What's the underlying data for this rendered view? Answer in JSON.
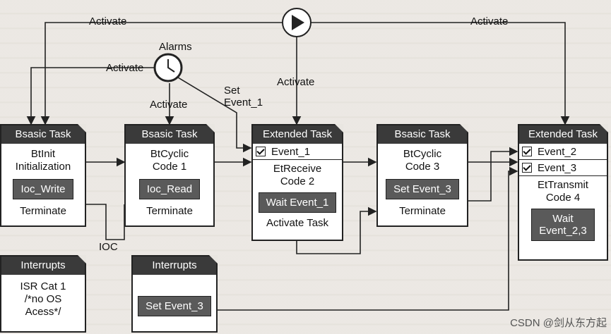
{
  "top_labels": {
    "activate_left": "Activate",
    "activate_right": "Activate",
    "alarms": "Alarms",
    "activate_alarm_left": "Activate",
    "set_event": "Set\nEvent_1",
    "activate_alarm_down": "Activate",
    "activate_play_down": "Activate",
    "ioc": "IOC"
  },
  "tasks": [
    {
      "header": "Bsasic Task",
      "lines": [
        "BtInit",
        "Initialization"
      ],
      "chip": "Ioc_Write",
      "footer": "Terminate"
    },
    {
      "header": "Bsasic Task",
      "lines": [
        "BtCyclic",
        "Code 1"
      ],
      "chip": "Ioc_Read",
      "footer": "Terminate"
    },
    {
      "header": "Extended Task",
      "events": [
        "Event_1"
      ],
      "lines": [
        "EtReceive",
        "Code 2"
      ],
      "chip": "Wait Event_1",
      "footer": "Activate Task"
    },
    {
      "header": "Bsasic Task",
      "lines": [
        "BtCyclic",
        "Code 3"
      ],
      "chip": "Set Event_3",
      "footer": "Terminate"
    },
    {
      "header": "Extended Task",
      "events": [
        "Event_2",
        "Event_3"
      ],
      "lines": [
        "EtTransmit",
        "Code 4"
      ],
      "chip": "Wait\nEvent_2,3",
      "footer": ""
    }
  ],
  "interrupts": [
    {
      "header": "Interrupts",
      "lines": [
        "ISR Cat 1",
        "/*no OS",
        "Acess*/"
      ]
    },
    {
      "header": "Interrupts",
      "chip": "Set Event_3"
    }
  ],
  "watermark": "CSDN @剑从东方起",
  "colors": {
    "header_bg": "#3a3a3a",
    "chip_bg": "#5a5a5a",
    "background": "#e9e6e1"
  }
}
